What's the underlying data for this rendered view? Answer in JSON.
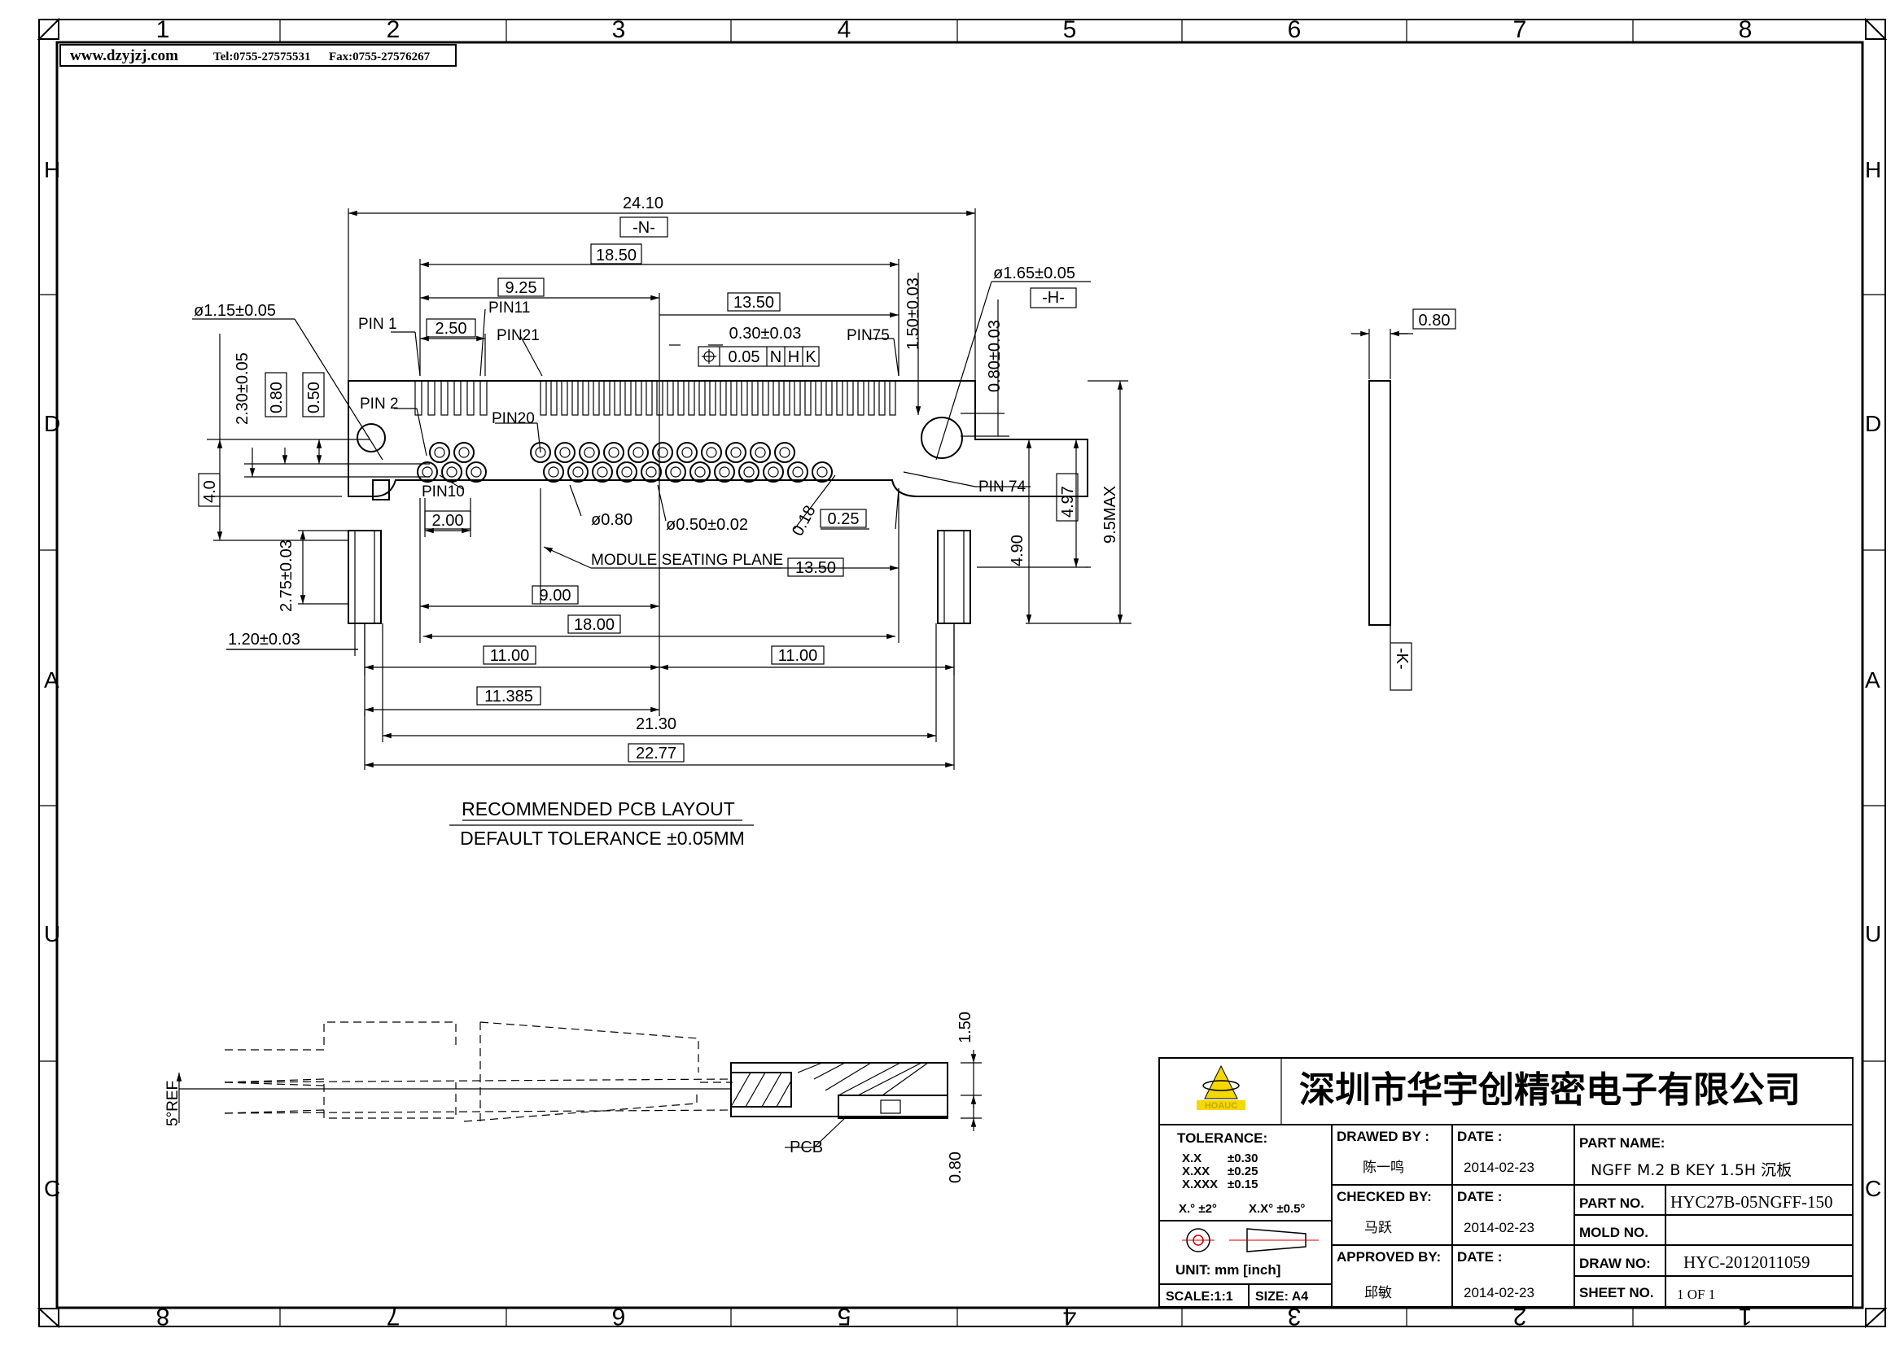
{
  "header": {
    "url": "www.dzyjzj.com",
    "tel": "Tel:0755-27575531",
    "fax": "Fax:0755-27576267"
  },
  "grid": {
    "top_numbers": [
      "1",
      "2",
      "3",
      "4",
      "5",
      "6",
      "7",
      "8"
    ],
    "bottom_numbers": [
      "8",
      "7",
      "6",
      "5",
      "4",
      "3",
      "2",
      "1"
    ],
    "side_letters": [
      "H",
      "D",
      "A",
      "U",
      "C"
    ]
  },
  "dimensions": {
    "d_24_10": "24.10",
    "ref_n": "-N-",
    "d_18_50": "18.50",
    "d_9_25": "9.25",
    "d_13_50_top": "13.50",
    "d_2_50": "2.50",
    "d_0_30": "0.30±0.03",
    "fcf_value": "0.05",
    "fcf_n": "N",
    "fcf_h": "H",
    "fcf_k": "K",
    "d_1_15": "ø1.15±0.05",
    "d_1_65": "ø1.65±0.05",
    "ref_h": "-H-",
    "d_1_50": "1.50±0.03",
    "d_0_80_v": "0.80±0.03",
    "d_2_30": "2.30±0.05",
    "d_0_80_box": "0.80",
    "d_0_50_box": "0.50",
    "d_4_0": "4.0",
    "d_2_00": "2.00",
    "d_0_80_hole": "ø0.80",
    "d_0_50_hole": "ø0.50±0.02",
    "d_0_18": "0.18",
    "d_0_25": "0.25",
    "d_13_50_bot": "13.50",
    "d_9_00": "9.00",
    "d_18_00": "18.00",
    "d_11_00_l": "11.00",
    "d_11_00_r": "11.00",
    "d_11_385": "11.385",
    "d_21_30": "21.30",
    "d_22_77": "22.77",
    "d_2_75": "2.75±0.03",
    "d_1_20": "1.20±0.03",
    "d_4_90": "4.90",
    "d_4_97": "4.97",
    "d_9_5": "9.5MAX",
    "side_0_80": "0.80",
    "ref_k": "-K-",
    "sec_1_50": "1.50",
    "sec_0_80": "0.80",
    "sec_5ref": "5°REF"
  },
  "labels": {
    "pin1": "PIN 1",
    "pin2": "PIN 2",
    "pin10": "PIN10",
    "pin11": "PIN11",
    "pin20": "PIN20",
    "pin21": "PIN21",
    "pin74": "PIN 74",
    "pin75": "PIN75",
    "seating": "MODULE SEATING PLANE",
    "pcb": "PCB",
    "layout_title": "RECOMMENDED PCB LAYOUT",
    "layout_tol": "DEFAULT TOLERANCE ±0.05MM"
  },
  "title_block": {
    "company": "深圳市华宇创精密电子有限公司",
    "logo_text": "HOAUC",
    "tolerance_label": "TOLERANCE:",
    "tol_rows": [
      {
        "k": "X.X",
        "v": "±0.30"
      },
      {
        "k": "X.XX",
        "v": "±0.25"
      },
      {
        "k": "X.XXX",
        "v": "±0.15"
      }
    ],
    "tol_angle_1": "X.° ±2°",
    "tol_angle_2": "X.X° ±0.5°",
    "unit_label": "UNIT: mm [inch]",
    "scale_label": "SCALE:1:1",
    "size_label": "SIZE: A4",
    "drawed_by_label": "DRAWED BY :",
    "drawed_by": "陈一鸣",
    "checked_by_label": "CHECKED BY:",
    "checked_by": "马跃",
    "approved_by_label": "APPROVED BY:",
    "approved_by": "邱敏",
    "date_label": "DATE :",
    "date_1": "2014-02-23",
    "date_2": "2014-02-23",
    "date_3": "2014-02-23",
    "part_name_label": "PART NAME:",
    "part_name": "NGFF M.2 B KEY 1.5H 沉板",
    "part_no_label": "PART NO.",
    "part_no": "HYC27B-05NGFF-150",
    "mold_no_label": "MOLD NO.",
    "mold_no": "",
    "draw_no_label": "DRAW NO:",
    "draw_no": "HYC-2012011059",
    "sheet_no_label": "SHEET NO.",
    "sheet_no": "1 OF 1"
  }
}
